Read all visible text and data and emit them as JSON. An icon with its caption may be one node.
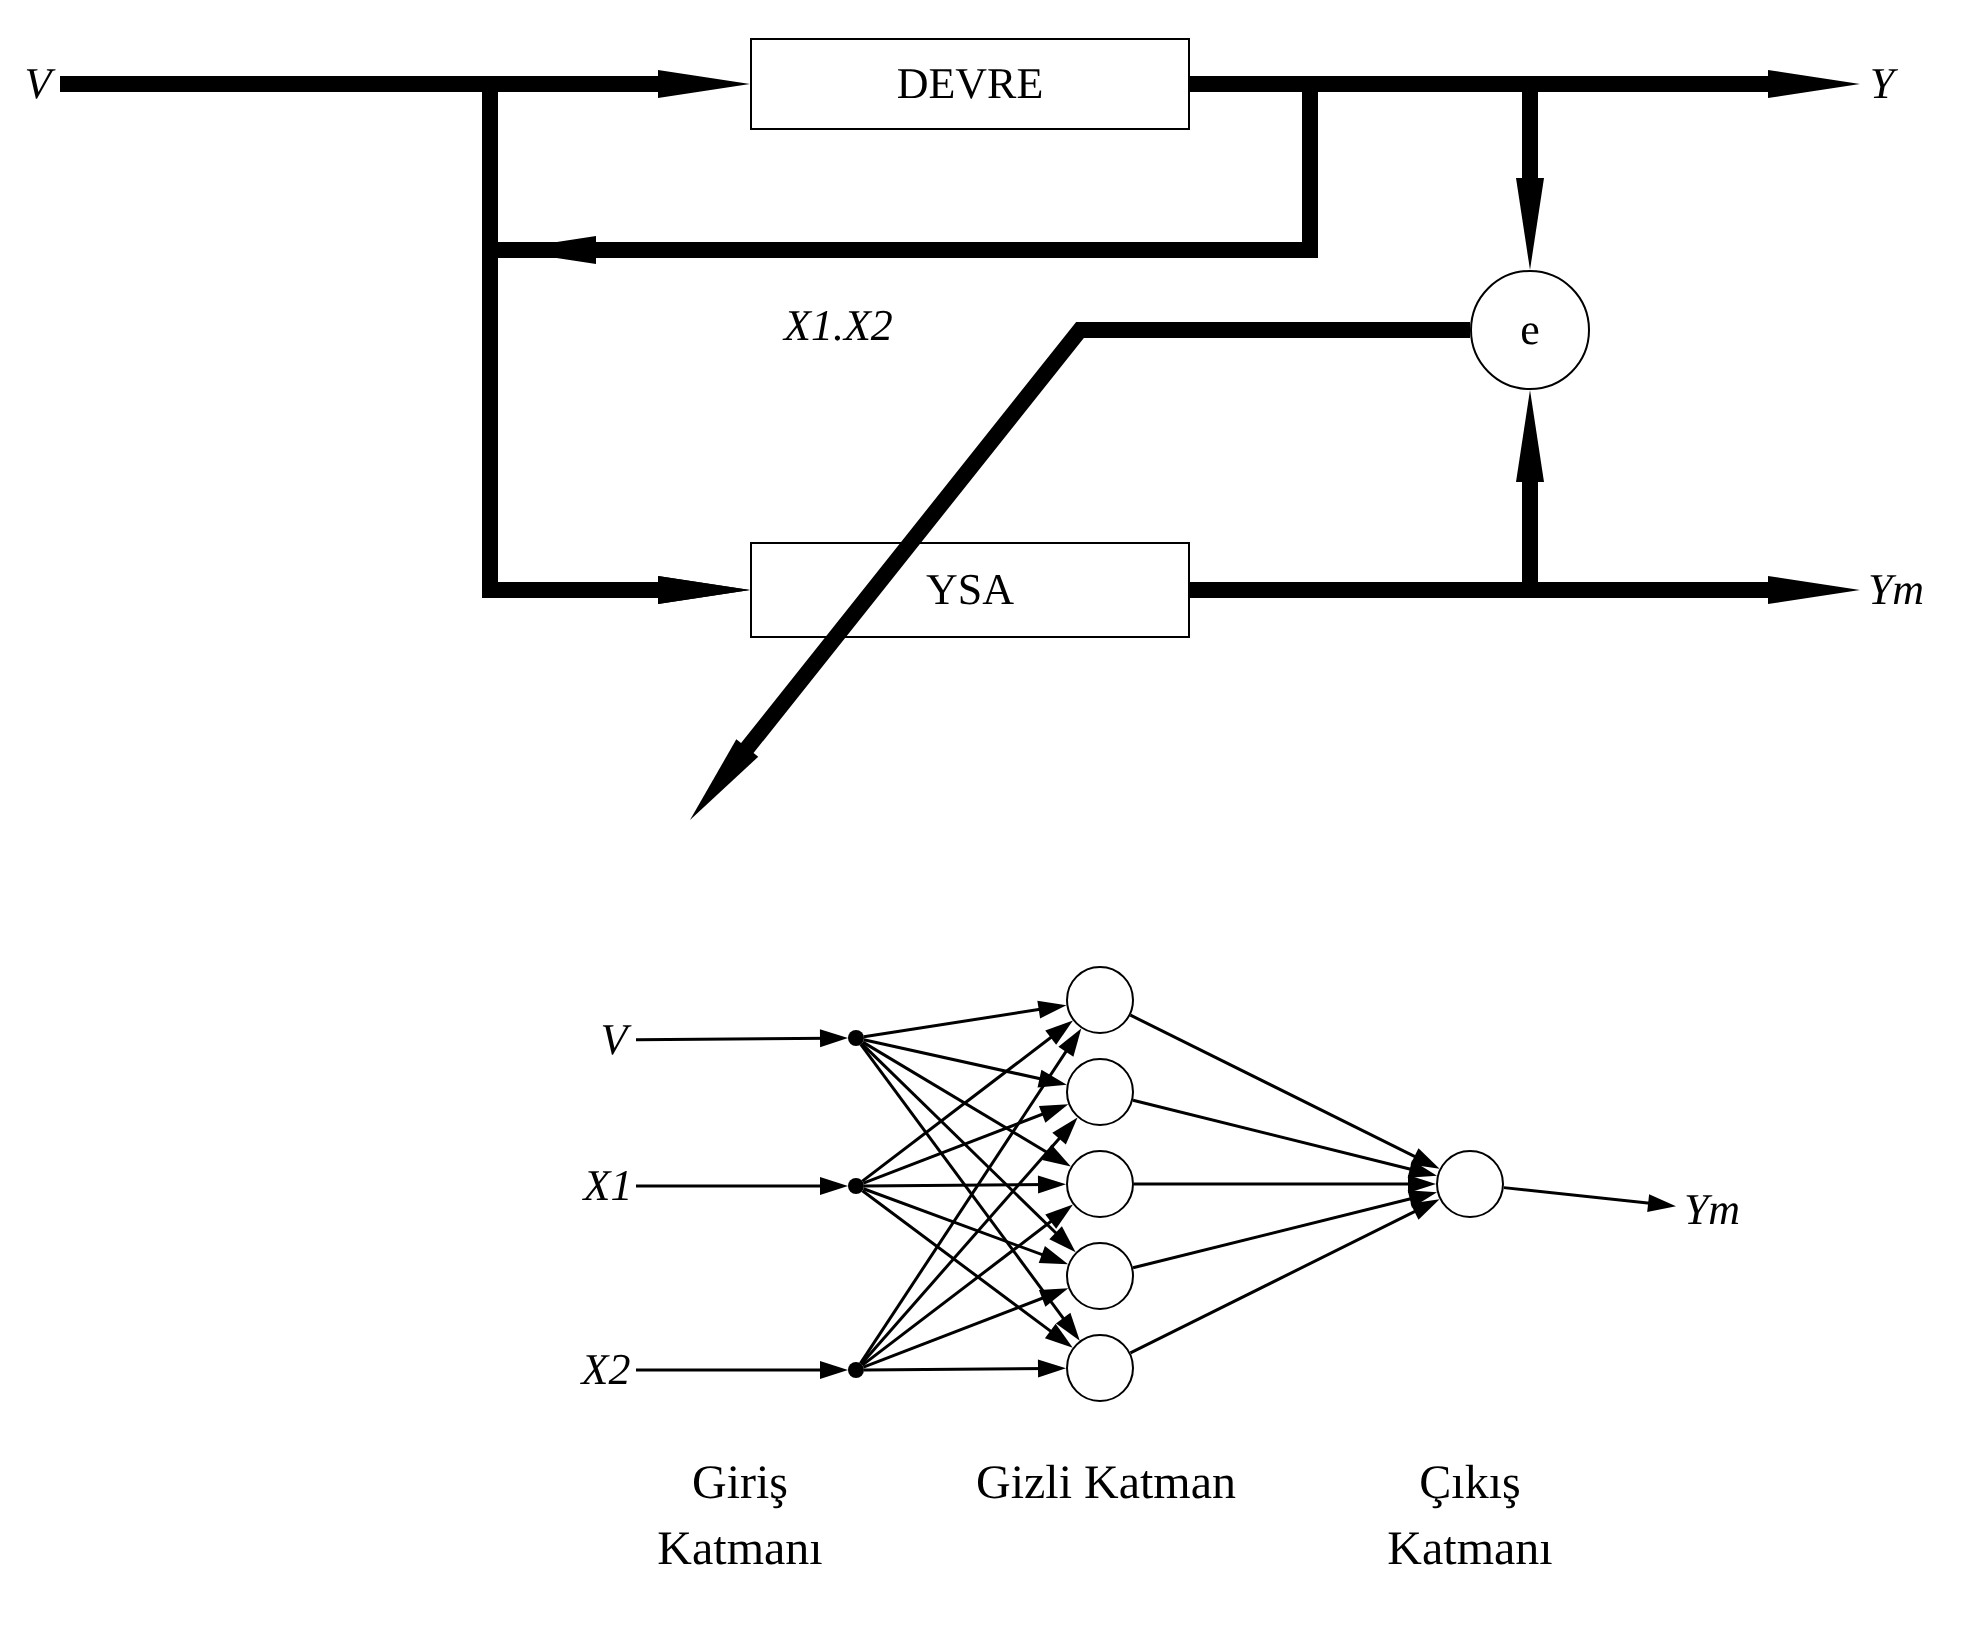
{
  "diagram": {
    "nodes": [
      {
        "text": [
          "V"
        ]
      },
      {
        "text": [
          "DEVRE"
        ]
      },
      {
        "text": [
          "Y"
        ]
      },
      {
        "text": [
          "e"
        ]
      },
      {
        "text": [
          "YSA"
        ]
      },
      {
        "text": [
          "Ym"
        ]
      },
      {
        "text": [
          "V"
        ]
      },
      {
        "text": [
          "X1"
        ]
      },
      {
        "text": [
          "X2"
        ]
      },
      {
        "text": [],
        "shape": "dot"
      },
      {
        "text": [],
        "shape": "dot"
      },
      {
        "text": [],
        "shape": "dot"
      },
      {
        "text": [],
        "shape": "circle"
      },
      {
        "text": [],
        "shape": "circle"
      },
      {
        "text": [],
        "shape": "circle"
      },
      {
        "text": [],
        "shape": "circle"
      },
      {
        "text": [],
        "shape": "circle"
      },
      {
        "text": [],
        "shape": "circle"
      },
      {
        "text": [
          "Ym"
        ]
      }
    ],
    "edges": [
      {
        "from": 0,
        "to": 1,
        "arrow": "to",
        "style": "thick"
      },
      {
        "from": 0,
        "to": 4,
        "arrow": "to",
        "style": "thick"
      },
      {
        "from": 1,
        "to": 4,
        "arrow": "to",
        "style": "thick",
        "label": "X1.X2"
      },
      {
        "from": 1,
        "to": 2,
        "arrow": "to",
        "style": "thick"
      },
      {
        "from": 1,
        "to": 3,
        "arrow": "to",
        "style": "thick"
      },
      {
        "from": 4,
        "to": 5,
        "arrow": "to",
        "style": "thick"
      },
      {
        "from": 4,
        "to": 3,
        "arrow": "to",
        "style": "thick"
      },
      {
        "from": 3,
        "to": null,
        "arrow": "to",
        "style": "thick"
      },
      {
        "from": 6,
        "to": 9,
        "arrow": "to"
      },
      {
        "from": 7,
        "to": 10,
        "arrow": "to"
      },
      {
        "from": 8,
        "to": 11,
        "arrow": "to"
      },
      {
        "from": 9,
        "to": 12,
        "arrow": "to"
      },
      {
        "from": 9,
        "to": 13,
        "arrow": "to"
      },
      {
        "from": 9,
        "to": 14,
        "arrow": "to"
      },
      {
        "from": 9,
        "to": 15,
        "arrow": "to"
      },
      {
        "from": 9,
        "to": 16,
        "arrow": "to"
      },
      {
        "from": 10,
        "to": 12,
        "arrow": "to"
      },
      {
        "from": 10,
        "to": 13,
        "arrow": "to"
      },
      {
        "from": 10,
        "to": 14,
        "arrow": "to"
      },
      {
        "from": 10,
        "to": 15,
        "arrow": "to"
      },
      {
        "from": 10,
        "to": 16,
        "arrow": "to"
      },
      {
        "from": 11,
        "to": 12,
        "arrow": "to"
      },
      {
        "from": 11,
        "to": 13,
        "arrow": "to"
      },
      {
        "from": 11,
        "to": 14,
        "arrow": "to"
      },
      {
        "from": 11,
        "to": 15,
        "arrow": "to"
      },
      {
        "from": 11,
        "to": 16,
        "arrow": "to"
      },
      {
        "from": 12,
        "to": 17,
        "arrow": "to"
      },
      {
        "from": 13,
        "to": 17,
        "arrow": "to"
      },
      {
        "from": 14,
        "to": 17,
        "arrow": "to"
      },
      {
        "from": 15,
        "to": 17,
        "arrow": "to"
      },
      {
        "from": 16,
        "to": 17,
        "arrow": "to"
      },
      {
        "from": 17,
        "to": 18,
        "arrow": "to"
      }
    ],
    "labels": [
      "Giriş Katmanı",
      "Gizli Katman",
      "Çıkış Katmanı"
    ]
  }
}
